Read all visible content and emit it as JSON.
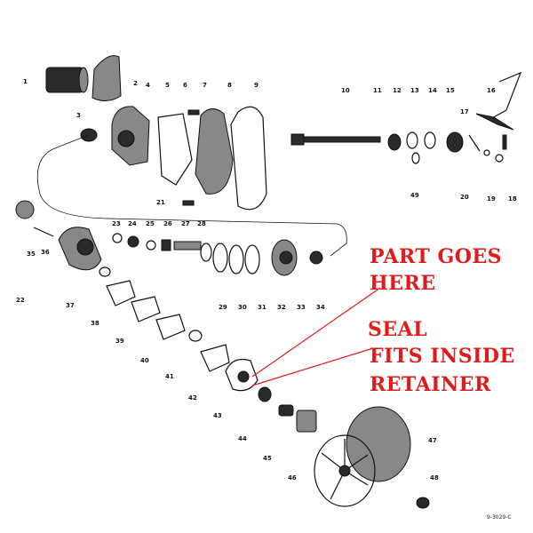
{
  "part_numbers": [
    "1",
    "2",
    "3",
    "4",
    "5",
    "6",
    "7",
    "8",
    "9",
    "10",
    "11",
    "12",
    "13",
    "14",
    "15",
    "16",
    "17",
    "18",
    "19",
    "20",
    "21",
    "22",
    "23",
    "24",
    "25",
    "26",
    "27",
    "28",
    "29",
    "30",
    "31",
    "32",
    "33",
    "34",
    "35",
    "36",
    "37",
    "38",
    "39",
    "40",
    "41",
    "42",
    "43",
    "44",
    "45",
    "46",
    "47",
    "48",
    "49"
  ],
  "annotations": {
    "part_line1": "PART GOES",
    "part_line2": "HERE",
    "seal_line1": "SEAL",
    "seal_line2": "FITS INSIDE",
    "seal_line3": "RETAINER",
    "color": "#e01b1b"
  },
  "plate_code": "9-3029-C"
}
